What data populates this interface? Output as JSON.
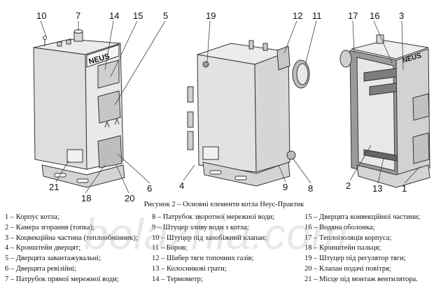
{
  "callouts": {
    "top_a": [
      "10",
      "7",
      "14",
      "15",
      "5"
    ],
    "top_b": [
      "19",
      "12",
      "11"
    ],
    "top_c": [
      "17",
      "16",
      "3"
    ],
    "bottom_a": [
      "21",
      "18",
      "20",
      "6"
    ],
    "bottom_b": [
      "4",
      "9",
      "8"
    ],
    "bottom_c": [
      "2",
      "13",
      "1"
    ]
  },
  "logo_text": "NEUS",
  "caption": "Рисунок 2 – Основні елементи котла Неус-Практик",
  "legend": {
    "col1": [
      "1 – Корпус котла;",
      "2 – Камера згорання (топка);",
      "3 – Коцвекційна частина (теплообмінник);",
      "4 – Кронштейн дверцят;",
      "5 – Дверцята завантажувальні;",
      "6 – Дверцята ревізійні;",
      "7 – Патрубок прямої мережної води;"
    ],
    "col2": [
      "8 – Патрубок зворотної мережної води;",
      "9 – Штуцер зливу води з котла;",
      "10 – Штуцер під запобіжний клапан;",
      "11 – Боров;",
      "12 – Шибер тяги топочних газів;",
      "13 – Колосникові грати;",
      "14 – Термометр;"
    ],
    "col3": [
      "15 – Дверцята конвекційної частини;",
      "16 – Водяна оболонка;",
      "17 – Теплоізоляція корпуса;",
      "18 – Кронштейн пальця;",
      "19 – Штуцер під регулятор тяги;",
      "20 – Клапан подачі повітря;",
      "21 – Місце під монтаж вентилятора."
    ]
  },
  "watermark": "bolazhia.com",
  "colors": {
    "line": "#333333",
    "body": "#e6e6e6",
    "dark": "#7a7a7a",
    "insulation": "#8c8c8c"
  }
}
